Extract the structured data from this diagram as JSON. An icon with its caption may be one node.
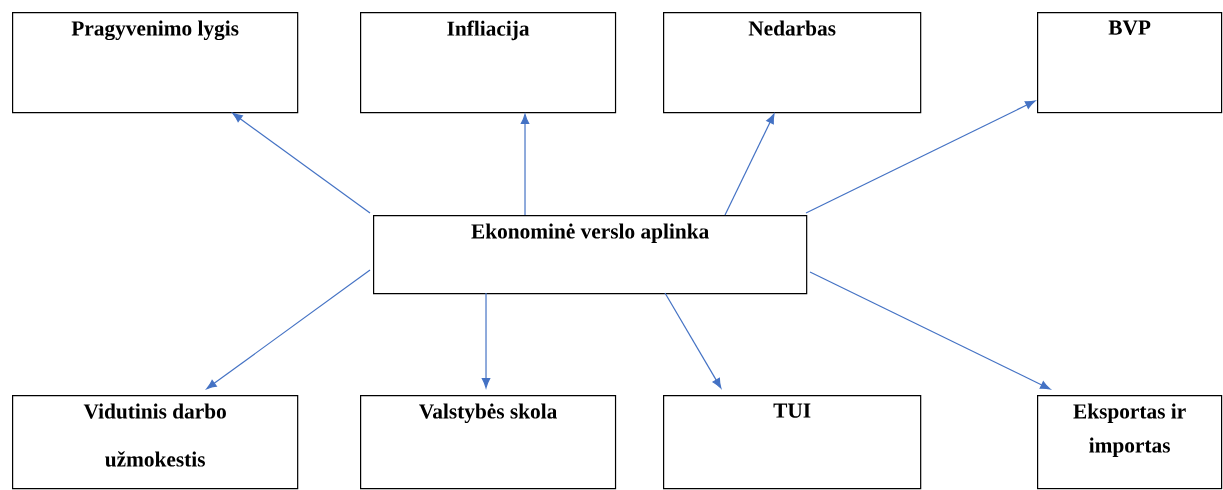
{
  "diagram": {
    "nodes": [
      {
        "text": [
          "Pragyvenimo lygis"
        ]
      },
      {
        "text": [
          "Infliacija"
        ]
      },
      {
        "text": [
          "Nedarbas"
        ]
      },
      {
        "text": [
          "BVP"
        ]
      },
      {
        "text": [
          "Ekonominė verslo aplinka"
        ]
      },
      {
        "text": [
          "Vidutinis darbo užmokestis"
        ]
      },
      {
        "text": [
          "Valstybės skola"
        ]
      },
      {
        "text": [
          "TUI"
        ]
      },
      {
        "text": [
          "Eksportas ir importas"
        ]
      }
    ],
    "edges": [
      {
        "from": 4,
        "to": 0,
        "arrow": "to"
      },
      {
        "from": 4,
        "to": 1,
        "arrow": "to"
      },
      {
        "from": 4,
        "to": 2,
        "arrow": "to"
      },
      {
        "from": 4,
        "to": 3,
        "arrow": "to"
      },
      {
        "from": 4,
        "to": 5,
        "arrow": "to"
      },
      {
        "from": 4,
        "to": 6,
        "arrow": "to"
      },
      {
        "from": 4,
        "to": 7,
        "arrow": "to"
      },
      {
        "from": 4,
        "to": 8,
        "arrow": "to"
      }
    ]
  }
}
